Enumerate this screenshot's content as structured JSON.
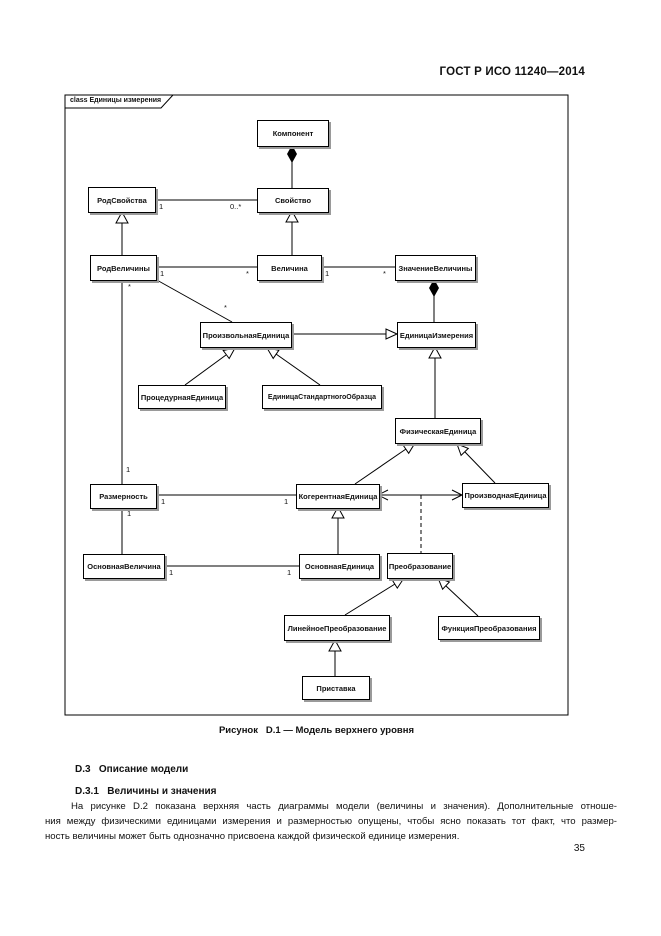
{
  "header": {
    "standard": "ГОСТ Р ИСО 11240—2014"
  },
  "diagram": {
    "frame_label": "class Единицы измерения",
    "caption": "Рисунок   D.1 — Модель верхнего уровня",
    "classes": {
      "komponent": "Компонент",
      "rod_svoystva": "РодСвойства",
      "svoystvo": "Свойство",
      "rod_velichiny": "РодВеличины",
      "velichina": "Величина",
      "znachenie_velichiny": "ЗначениеВеличины",
      "proizvolnaya_edinitsa": "ПроизвольнаяЕдиница",
      "edinitsa_izmereniya": "ЕдиницаИзмерения",
      "protsedurnaya_edinitsa": "ПроцедурнаяЕдиница",
      "edinitsa_standartnogo_obraztsa": "ЕдиницаСтандартногоОбразца",
      "fizicheskaya_edinitsa": "ФизическаяЕдиница",
      "razmernost": "Размерность",
      "kogerentnaya_edinitsa": "КогерентнаяЕдиница",
      "proizvodnaya_edinitsa": "ПроизводнаяЕдиница",
      "osnovnaya_velichina": "ОсновнаяВеличина",
      "osnovnaya_edinitsa": "ОсновнаяЕдиница",
      "preobrazovanie": "Преобразование",
      "lineynoe_preobrazovanie": "ЛинейноеПреобразование",
      "funktsiya_preobrazovaniya": "ФункцияПреобразования",
      "pristavka": "Приставка"
    },
    "multiplicities": {
      "rodsvoystva_svoystvo_near": "1",
      "rodsvoystva_svoystvo_far": "0..*",
      "rodvelichiny_velichina_near": "1",
      "rodvelichiny_velichina_far": "*",
      "velichina_znachenie_near": "1",
      "velichina_znachenie_far": "*",
      "rodvelichiny_razmernost_near": "*",
      "rodvelichiny_razmernost_far": "1",
      "rodvelichiny_proizvolnaya_far": "*",
      "razmernost_kogerentnaya_near": "1",
      "razmernost_kogerentnaya_far": "1",
      "razmernost_osnovnaya_near": "1",
      "osnovnaya_velichina_near": "1",
      "osnovnaya_edinitsa_far": "1"
    }
  },
  "body": {
    "heading_d3": "D.3   Описание модели",
    "heading_d31": "D.3.1   Величины и значения",
    "paragraph_lines": [
      "На рисунке D.2 показана верхняя часть диаграммы модели (величины и значения). Дополнительные отноше-",
      "ния между физическими единицами измерения и размерностью опущены, чтобы ясно показать тот факт, что размер-",
      "ность величины может быть однозначно присвоена каждой физической единице измерения."
    ],
    "page_number": "35"
  }
}
